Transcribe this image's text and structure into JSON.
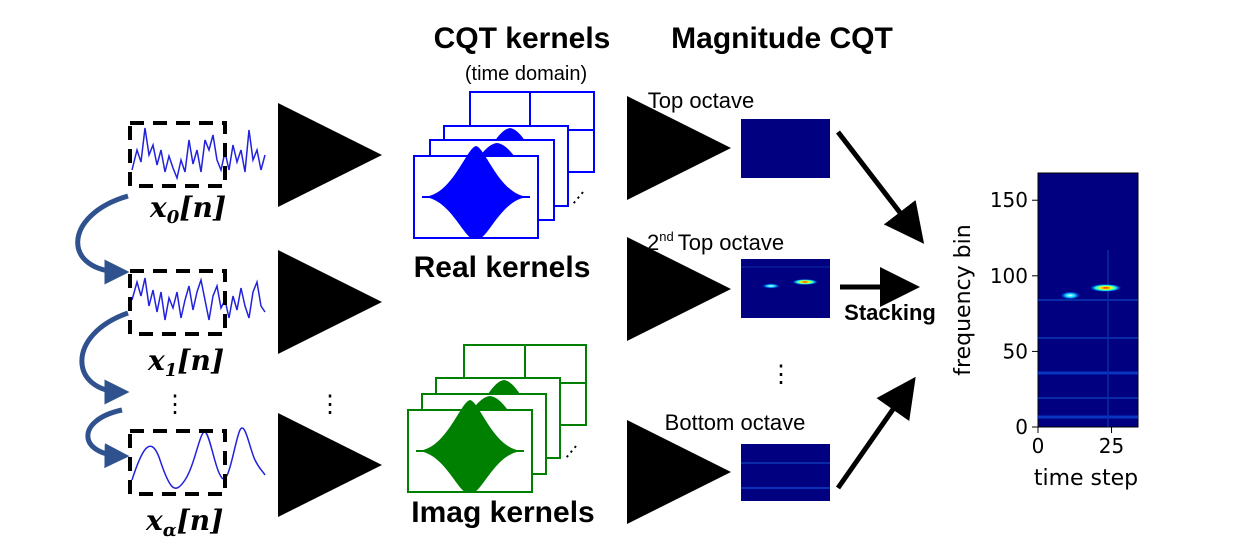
{
  "headers": {
    "kernels": "CQT kernels",
    "kernels_sub": "(time domain)",
    "magnitude": "Magnitude CQT"
  },
  "signals": [
    {
      "base": "x",
      "sub": "0",
      "arg": "[n]"
    },
    {
      "base": "x",
      "sub": "1",
      "arg": "[n]"
    },
    {
      "base": "x",
      "sub": "α",
      "arg": "[n]"
    }
  ],
  "ellipsis": "⋮",
  "kernel_labels": {
    "real": "Real kernels",
    "imag": "Imag kernels"
  },
  "octave_labels": {
    "top": "Top octave",
    "second_sup": "nd",
    "second_num": "2",
    "second_rest": "Top octave",
    "bottom": "Bottom octave"
  },
  "stacking": "Stacking",
  "colors": {
    "real_kernel": "#0000ff",
    "imag_kernel": "#008000",
    "signal_line": "#2222dd",
    "curved_arrow": "#2f528f",
    "spectrogram_bg": "#000080"
  },
  "chart_data": {
    "type": "heatmap",
    "xlabel": "time step",
    "ylabel": "frequency bin",
    "xticks": [
      0,
      25
    ],
    "yticks": [
      0,
      50,
      100,
      150
    ],
    "xlim": [
      0,
      34
    ],
    "ylim": [
      0,
      168
    ],
    "hotspots": [
      {
        "time": 11,
        "freq": 87,
        "intensity": "medium"
      },
      {
        "time": 23,
        "freq": 92,
        "intensity": "high"
      }
    ]
  }
}
